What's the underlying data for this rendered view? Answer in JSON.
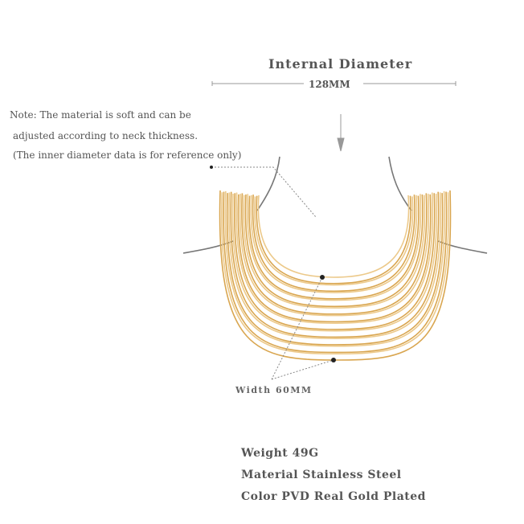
{
  "dimension": {
    "title": "Internal Diameter",
    "diameter": "128MM"
  },
  "note": [
    "Note: The material is soft and can be",
    "adjusted according to neck thickness.",
    "(The inner diameter data is for reference only)"
  ],
  "width_label": "Width 60MM",
  "specs": {
    "weight": "Weight 49G",
    "material": "Material Stainless Steel",
    "color": "Color PVD Real Gold Plated"
  },
  "colors": {
    "gold": "#d9a650",
    "gold_light": "#ecc98a",
    "line": "#777777"
  }
}
